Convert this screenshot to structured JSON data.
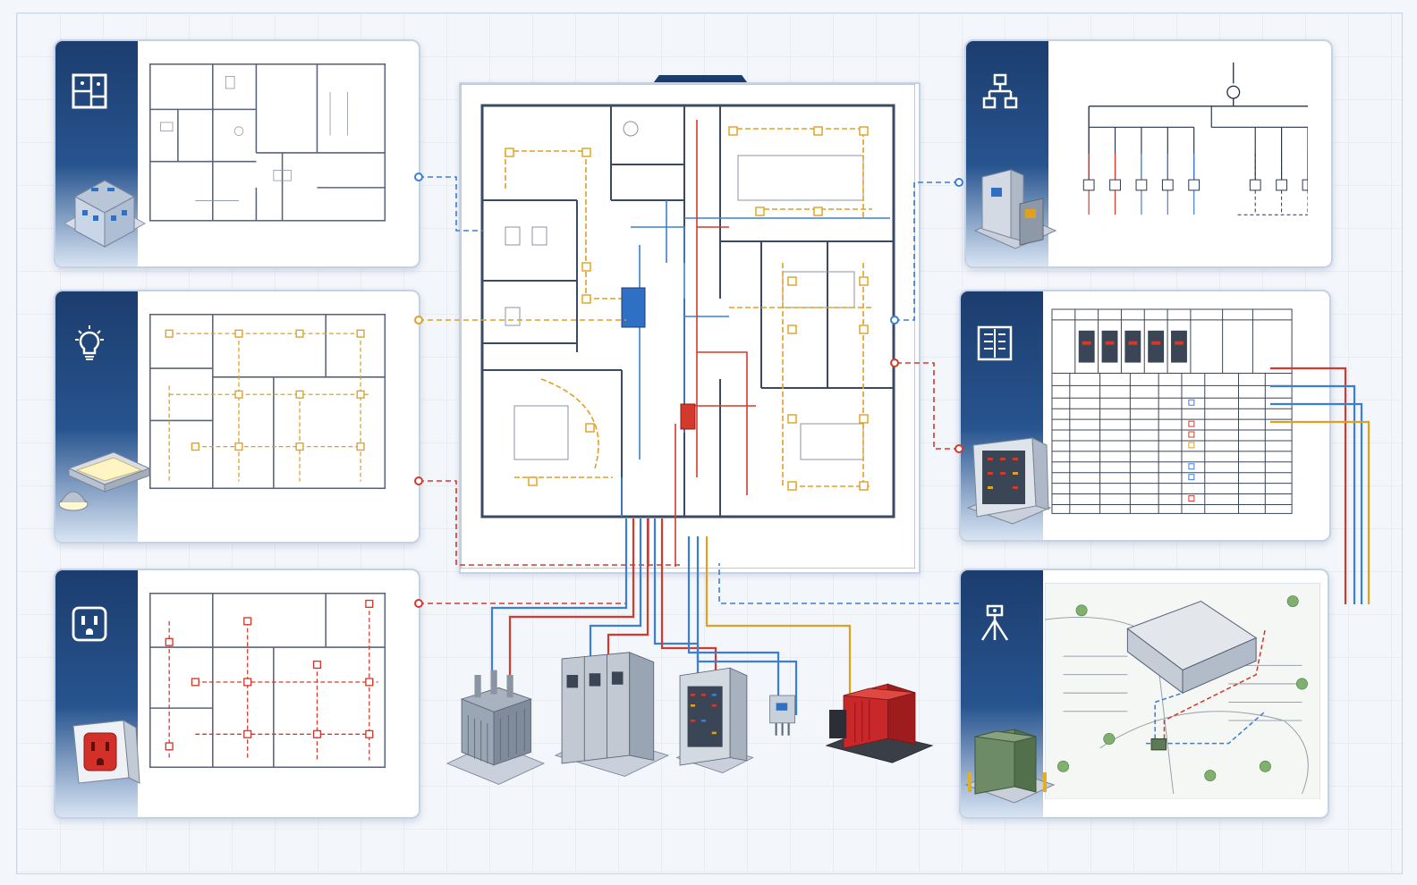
{
  "colors": {
    "navy": "#1c3d6e",
    "blue": "#2f6fc4",
    "wire_blue": "#3b7ed6",
    "wire_orange": "#e0a020",
    "wire_red": "#d33a2c",
    "wall": "#3a4a63",
    "panel_gray": "#9aa6b4",
    "generator_red": "#c8282a",
    "transformer_green": "#5b7a55"
  },
  "panels": [
    {
      "name": "architectural-plan-panel",
      "icon": "floor-plan-icon",
      "equipment": "building-icon",
      "connector_color": "blue"
    },
    {
      "name": "lighting-plan-panel",
      "icon": "light-bulb-icon",
      "equipment": "light-fixture-icon",
      "connector_color": "orange"
    },
    {
      "name": "power-plan-panel",
      "icon": "outlet-icon",
      "equipment": "receptacle-icon",
      "connector_color": "red"
    },
    {
      "name": "single-line-diagram-panel",
      "icon": "hierarchy-icon",
      "equipment": "switchgear-icon",
      "connector_color": "blue"
    },
    {
      "name": "panel-schedule-panel",
      "icon": "schedule-icon",
      "equipment": "distribution-panel-icon",
      "connector_color": "red"
    },
    {
      "name": "site-plan-panel",
      "icon": "survey-tripod-icon",
      "equipment": "pad-transformer-icon",
      "connector_color": "blue"
    }
  ],
  "equipment": [
    "transformer-icon",
    "switchboard-icon",
    "distribution-panel-icon",
    "disconnect-switch-icon",
    "generator-icon"
  ]
}
